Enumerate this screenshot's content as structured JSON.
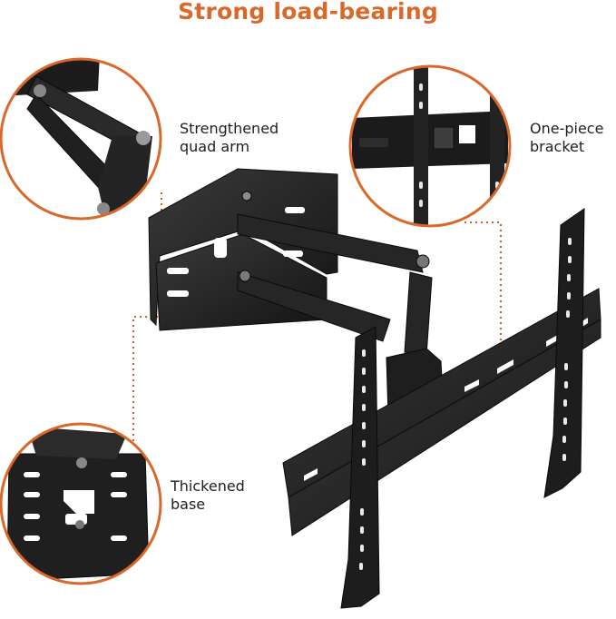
{
  "headline": "Strong load-bearing",
  "callouts": {
    "strengthened_line1": "Strengthened",
    "strengthened_line2": "quad arm",
    "bracket_line1": "One-piece",
    "bracket_line2": "bracket",
    "base_line1": "Thickened",
    "base_line2": "base"
  },
  "colors": {
    "accent": "#d9692a",
    "metal": "#2a2a2a"
  }
}
